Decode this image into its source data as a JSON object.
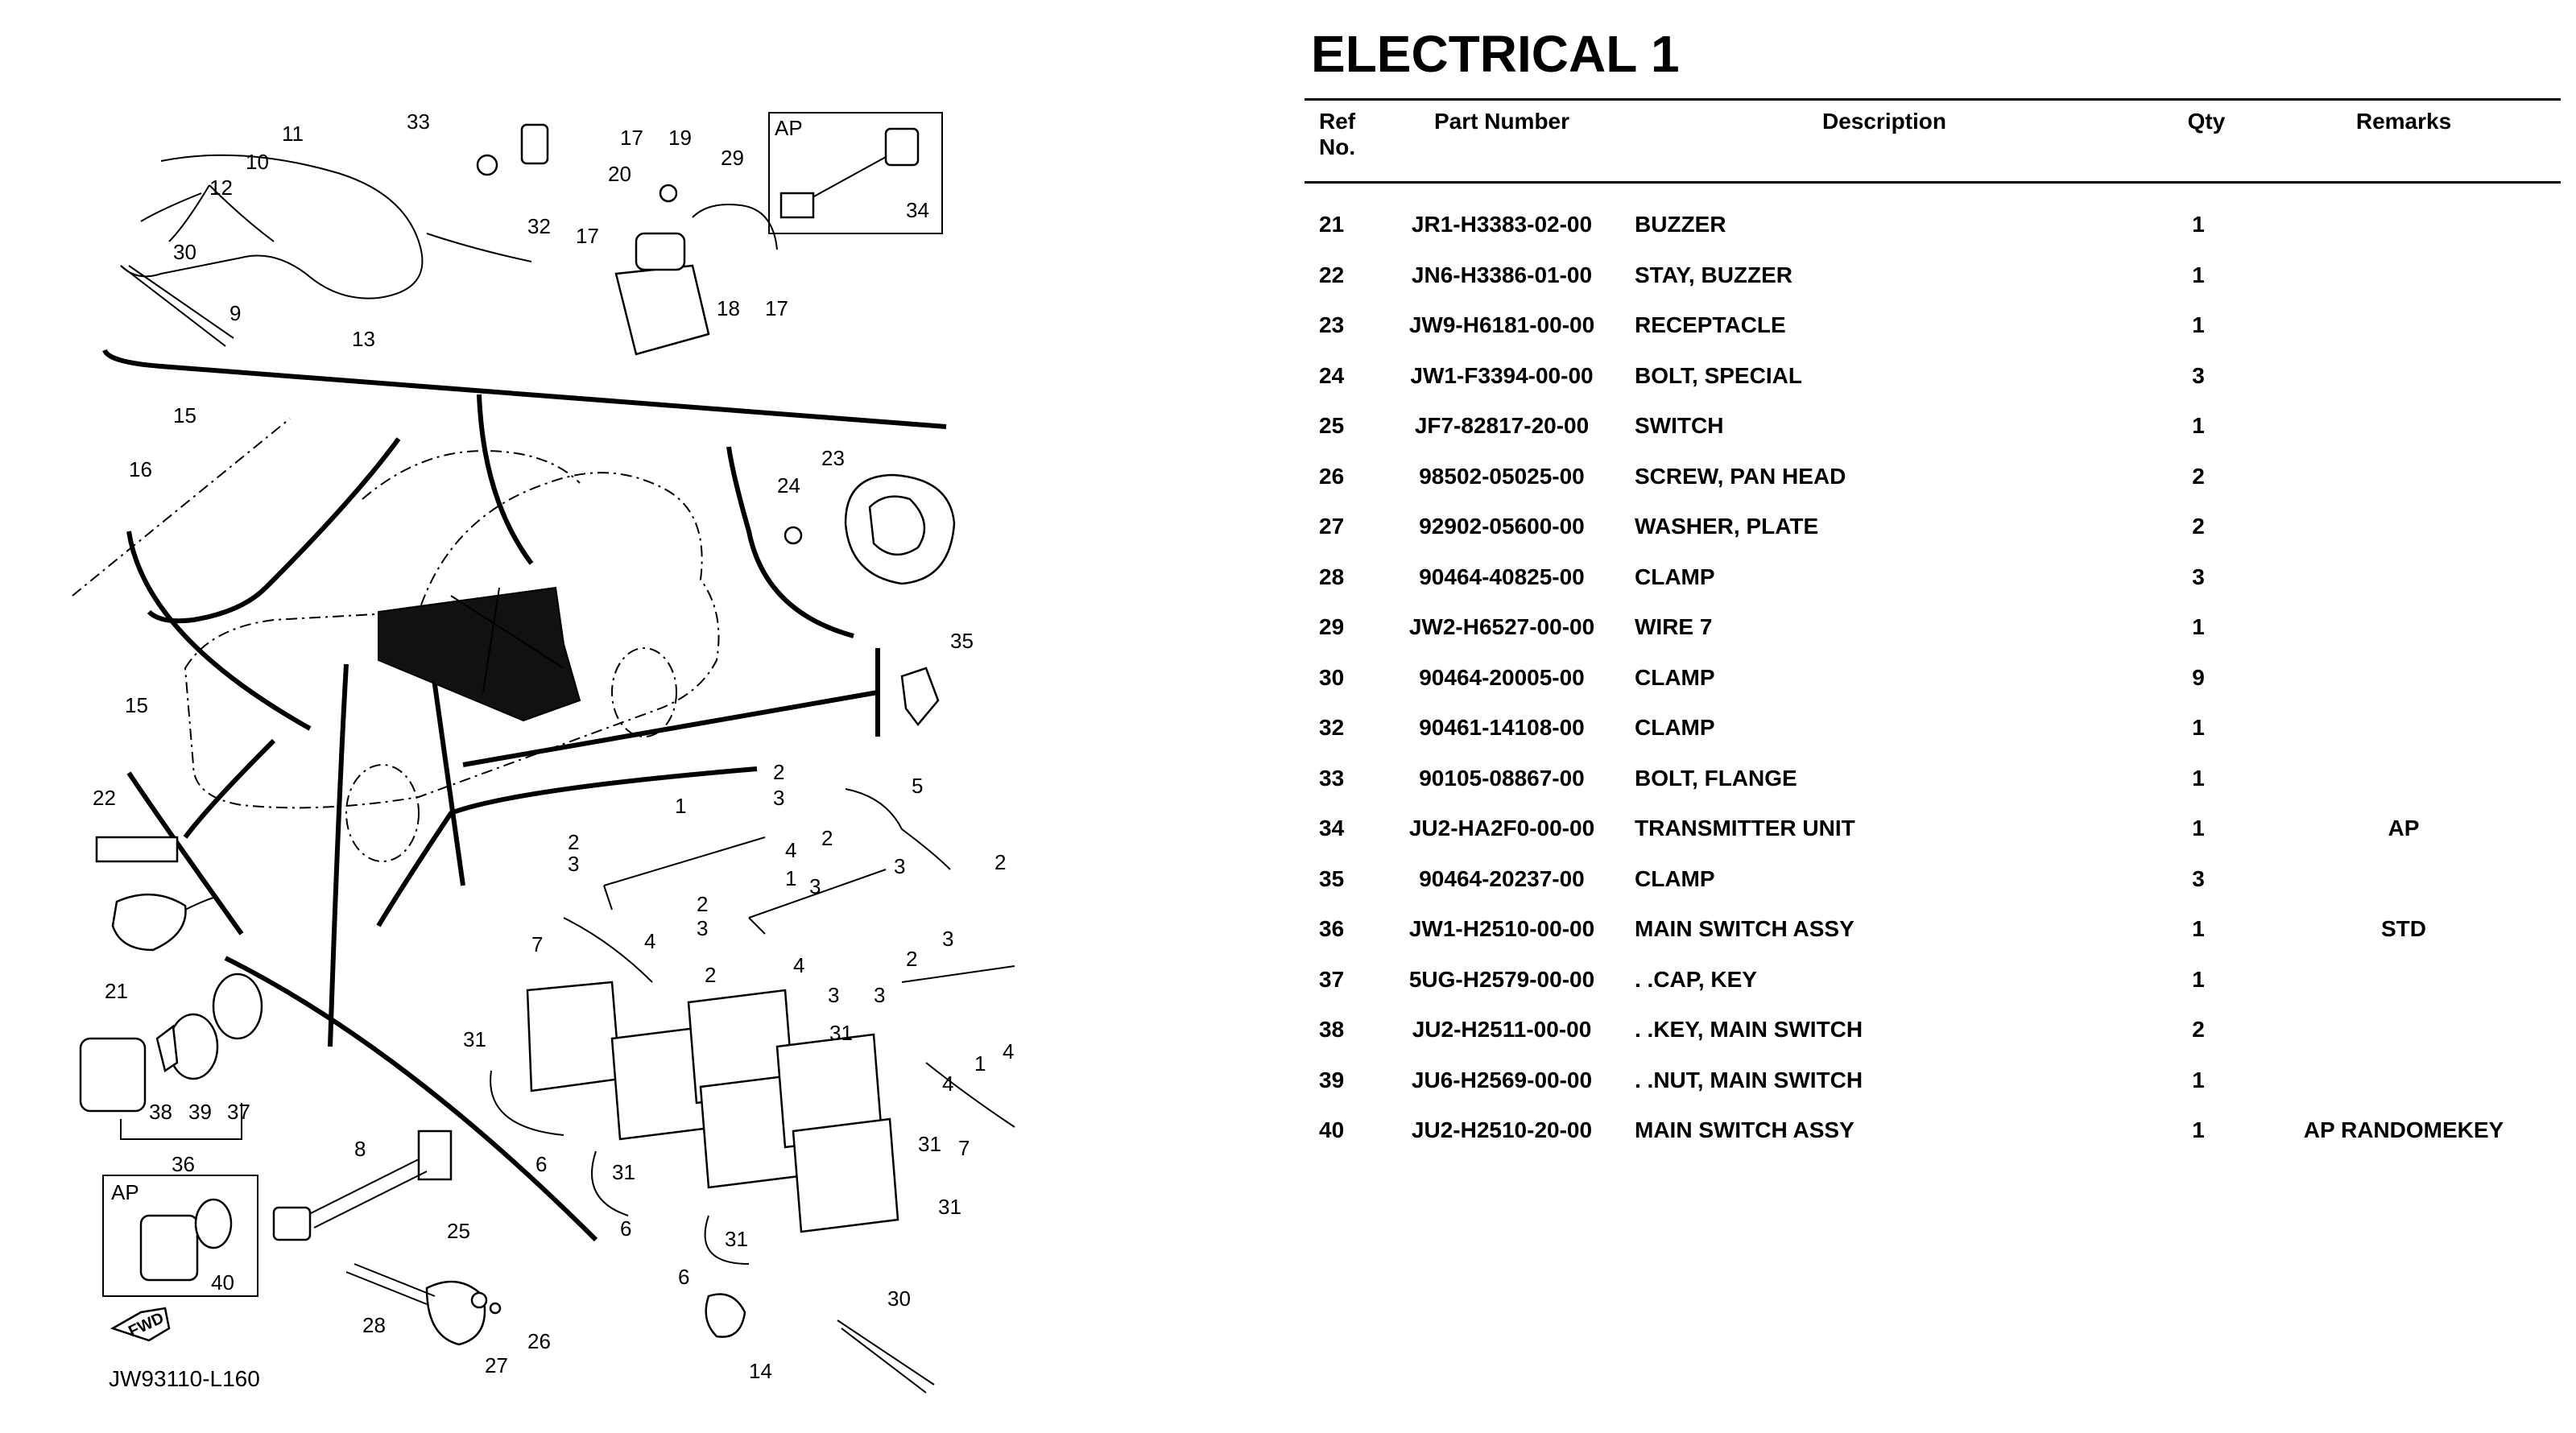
{
  "page": {
    "title": "ELECTRICAL 1"
  },
  "table": {
    "headers": {
      "ref": "Ref\nNo.",
      "part_number": "Part Number",
      "description": "Description",
      "qty": "Qty",
      "remarks": "Remarks"
    },
    "rows": [
      {
        "ref": "21",
        "part_number": "JR1-H3383-02-00",
        "description": "BUZZER",
        "qty": "1",
        "remarks": ""
      },
      {
        "ref": "22",
        "part_number": "JN6-H3386-01-00",
        "description": "STAY, BUZZER",
        "qty": "1",
        "remarks": ""
      },
      {
        "ref": "23",
        "part_number": "JW9-H6181-00-00",
        "description": "RECEPTACLE",
        "qty": "1",
        "remarks": ""
      },
      {
        "ref": "24",
        "part_number": "JW1-F3394-00-00",
        "description": "BOLT, SPECIAL",
        "qty": "3",
        "remarks": ""
      },
      {
        "ref": "25",
        "part_number": "JF7-82817-20-00",
        "description": "SWITCH",
        "qty": "1",
        "remarks": ""
      },
      {
        "ref": "26",
        "part_number": "98502-05025-00",
        "description": "SCREW, PAN HEAD",
        "qty": "2",
        "remarks": ""
      },
      {
        "ref": "27",
        "part_number": "92902-05600-00",
        "description": "WASHER, PLATE",
        "qty": "2",
        "remarks": ""
      },
      {
        "ref": "28",
        "part_number": "90464-40825-00",
        "description": "CLAMP",
        "qty": "3",
        "remarks": ""
      },
      {
        "ref": "29",
        "part_number": "JW2-H6527-00-00",
        "description": "WIRE 7",
        "qty": "1",
        "remarks": ""
      },
      {
        "ref": "30",
        "part_number": "90464-20005-00",
        "description": "CLAMP",
        "qty": "9",
        "remarks": ""
      },
      {
        "ref": "32",
        "part_number": "90461-14108-00",
        "description": "CLAMP",
        "qty": "1",
        "remarks": ""
      },
      {
        "ref": "33",
        "part_number": "90105-08867-00",
        "description": "BOLT, FLANGE",
        "qty": "1",
        "remarks": ""
      },
      {
        "ref": "34",
        "part_number": "JU2-HA2F0-00-00",
        "description": "TRANSMITTER UNIT",
        "qty": "1",
        "remarks": "AP"
      },
      {
        "ref": "35",
        "part_number": "90464-20237-00",
        "description": "CLAMP",
        "qty": "3",
        "remarks": ""
      },
      {
        "ref": "36",
        "part_number": "JW1-H2510-00-00",
        "description": "MAIN SWITCH ASSY",
        "qty": "1",
        "remarks": "STD"
      },
      {
        "ref": "37",
        "part_number": "5UG-H2579-00-00",
        "description": ". .CAP, KEY",
        "qty": "1",
        "remarks": ""
      },
      {
        "ref": "38",
        "part_number": "JU2-H2511-00-00",
        "description": ". .KEY, MAIN SWITCH",
        "qty": "2",
        "remarks": ""
      },
      {
        "ref": "39",
        "part_number": "JU6-H2569-00-00",
        "description": ". .NUT, MAIN SWITCH",
        "qty": "1",
        "remarks": ""
      },
      {
        "ref": "40",
        "part_number": "JU2-H2510-20-00",
        "description": "MAIN SWITCH ASSY",
        "qty": "1",
        "remarks": "AP RANDOMEKEY"
      }
    ]
  },
  "diagram": {
    "code": "JW93110-L160",
    "fwd_label": "FWD",
    "callouts": {
      "c11": "11",
      "c33": "33",
      "c17a": "17",
      "c19": "19",
      "c29": "29",
      "ap1": "AP",
      "c34": "34",
      "c10": "10",
      "c12": "12",
      "c32": "32",
      "c20": "20",
      "c17b": "17",
      "c30a": "30",
      "c9": "9",
      "c18": "18",
      "c17c": "17",
      "c13": "13",
      "c15a": "15",
      "c16": "16",
      "c23": "23",
      "c24": "24",
      "c35": "35",
      "c15b": "15",
      "c22": "22",
      "c2a": "2",
      "c3a": "3",
      "c5": "5",
      "c1a": "1",
      "c2b": "2",
      "c3b": "3",
      "c2c": "2",
      "c3c": "3",
      "c4a": "4",
      "c2d": "2",
      "c1b": "1",
      "c3d": "3",
      "c2e": "2",
      "c3e": "3",
      "c4b": "4",
      "c3f": "3",
      "c21": "21",
      "c7a": "7",
      "c4c": "4",
      "c2f": "2",
      "c3g": "3",
      "c4d": "4",
      "c2g": "2",
      "c3h": "3",
      "c31a": "31",
      "c31b": "31",
      "c1c": "1",
      "c4e": "4",
      "c38": "38",
      "c39": "39",
      "c37": "37",
      "c36": "36",
      "c7b": "7",
      "c31c": "31",
      "c8": "8",
      "c6a": "6",
      "c31d": "31",
      "ap2": "AP",
      "c6b": "6",
      "c31e": "31",
      "c25": "25",
      "c40": "40",
      "c31f": "31",
      "c6c": "6",
      "c30b": "30",
      "c28": "28",
      "c26": "26",
      "c27": "27",
      "c14": "14"
    }
  }
}
